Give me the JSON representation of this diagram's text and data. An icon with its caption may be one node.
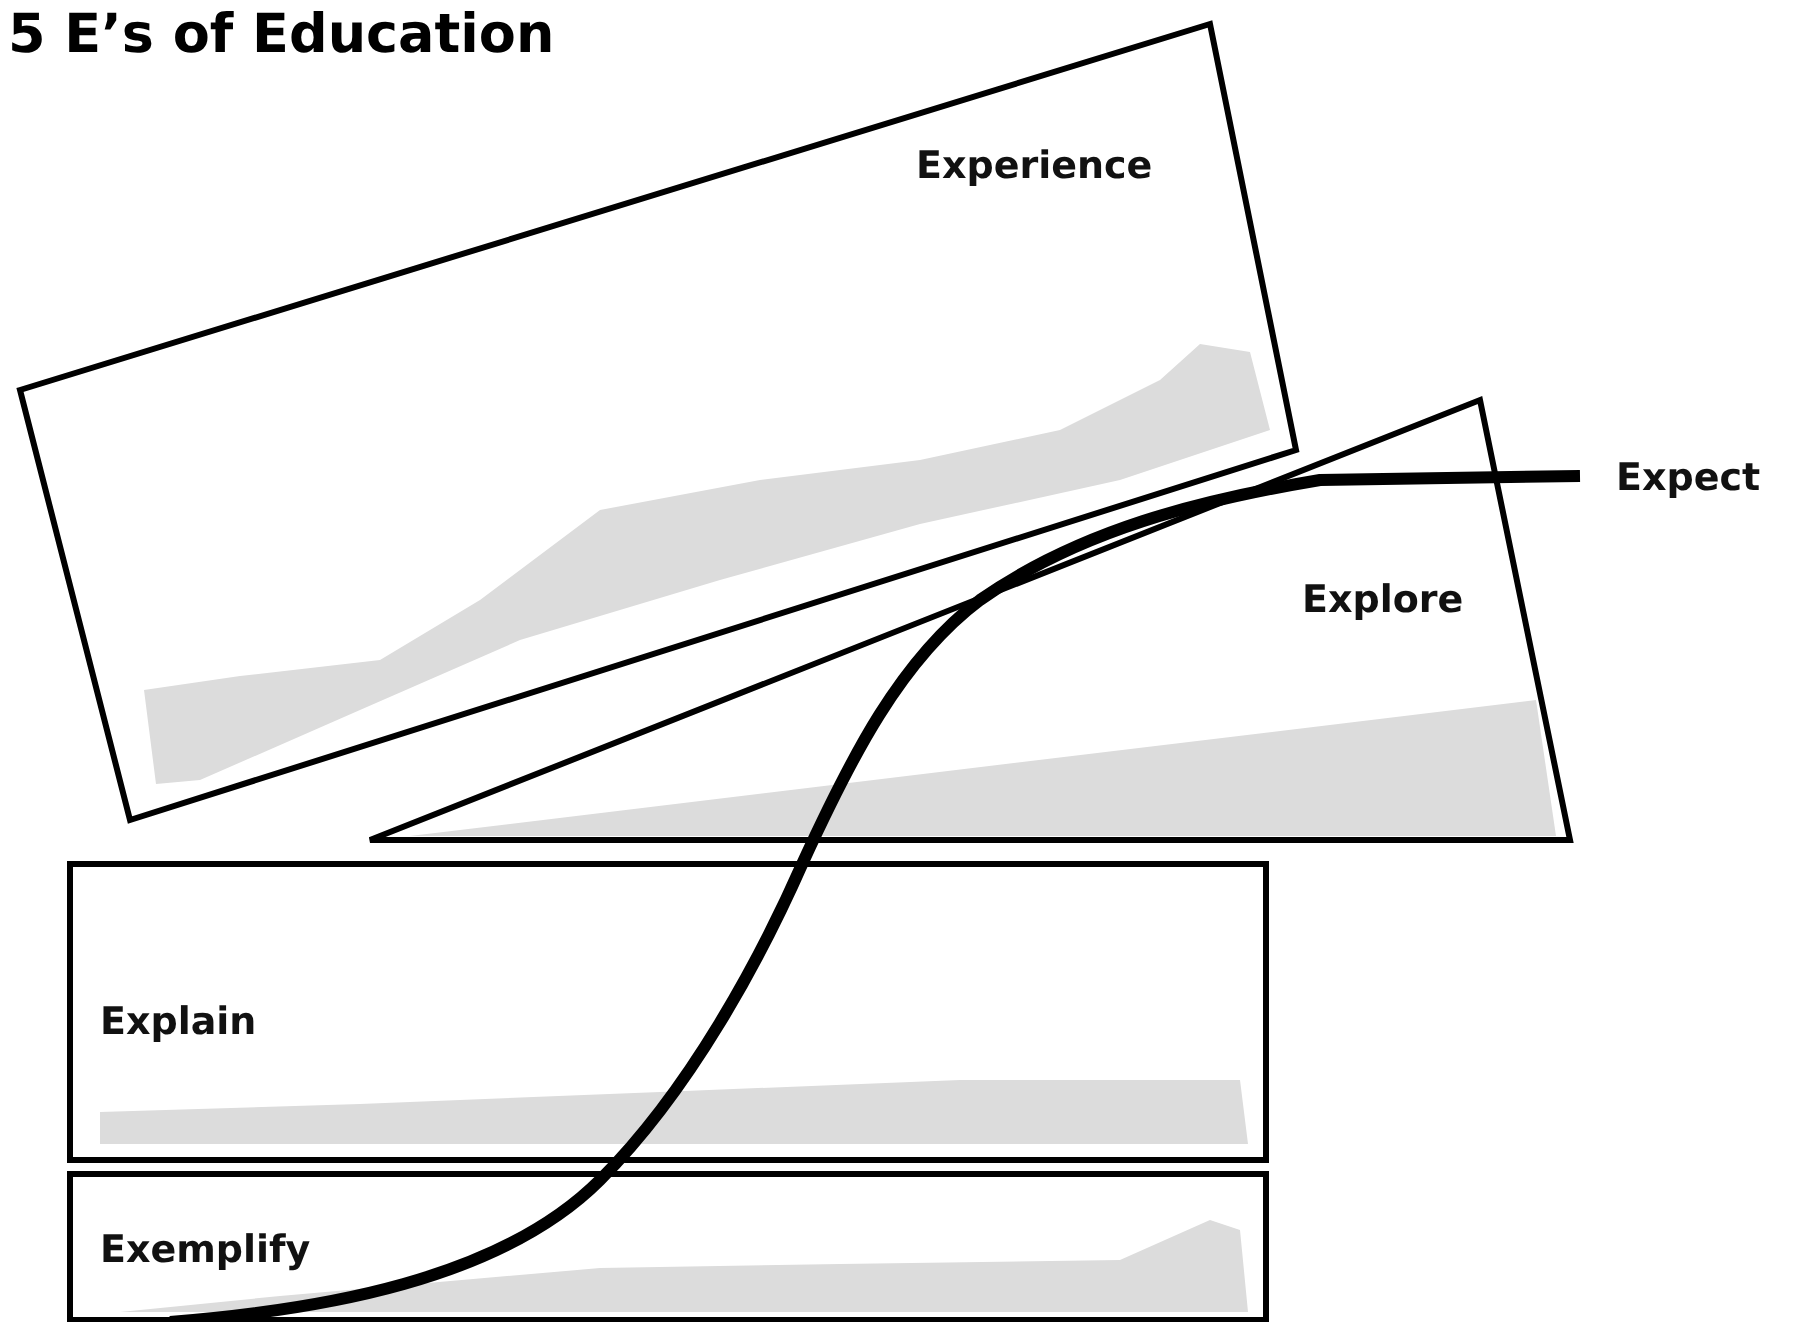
{
  "diagram": {
    "title": "5 E’s of Education",
    "nodes": [
      {
        "text": [
          "Experience"
        ]
      },
      {
        "text": [
          "Explore"
        ]
      },
      {
        "text": [
          "Explain"
        ]
      },
      {
        "text": [
          "Exemplify"
        ]
      }
    ],
    "labels": [
      "Expect"
    ]
  }
}
